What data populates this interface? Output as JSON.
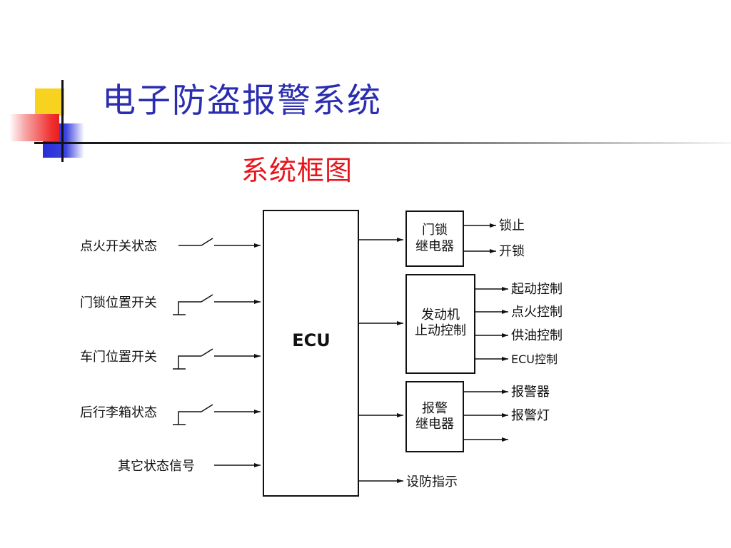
{
  "slide": {
    "title": "电子防盗报警系统",
    "subtitle": "系统框图"
  },
  "diagram": {
    "ecu_label": "ECU",
    "inputs": [
      "点火开关状态",
      "门锁位置开关",
      "车门位置开关",
      "后行李箱状态",
      "其它状态信号"
    ],
    "door_lock_relay": {
      "line1": "门锁",
      "line2": "继电器",
      "outputs": [
        "锁止",
        "开锁"
      ]
    },
    "engine_stop_control": {
      "line1": "发动机",
      "line2": "止动控制",
      "outputs": [
        "起动控制",
        "点火控制",
        "供油控制",
        "ECU控制"
      ]
    },
    "alarm_relay": {
      "line1": "报警",
      "line2": "继电器",
      "outputs": [
        "报警器",
        "报警灯"
      ]
    },
    "arm_indicator": "设防指示"
  }
}
